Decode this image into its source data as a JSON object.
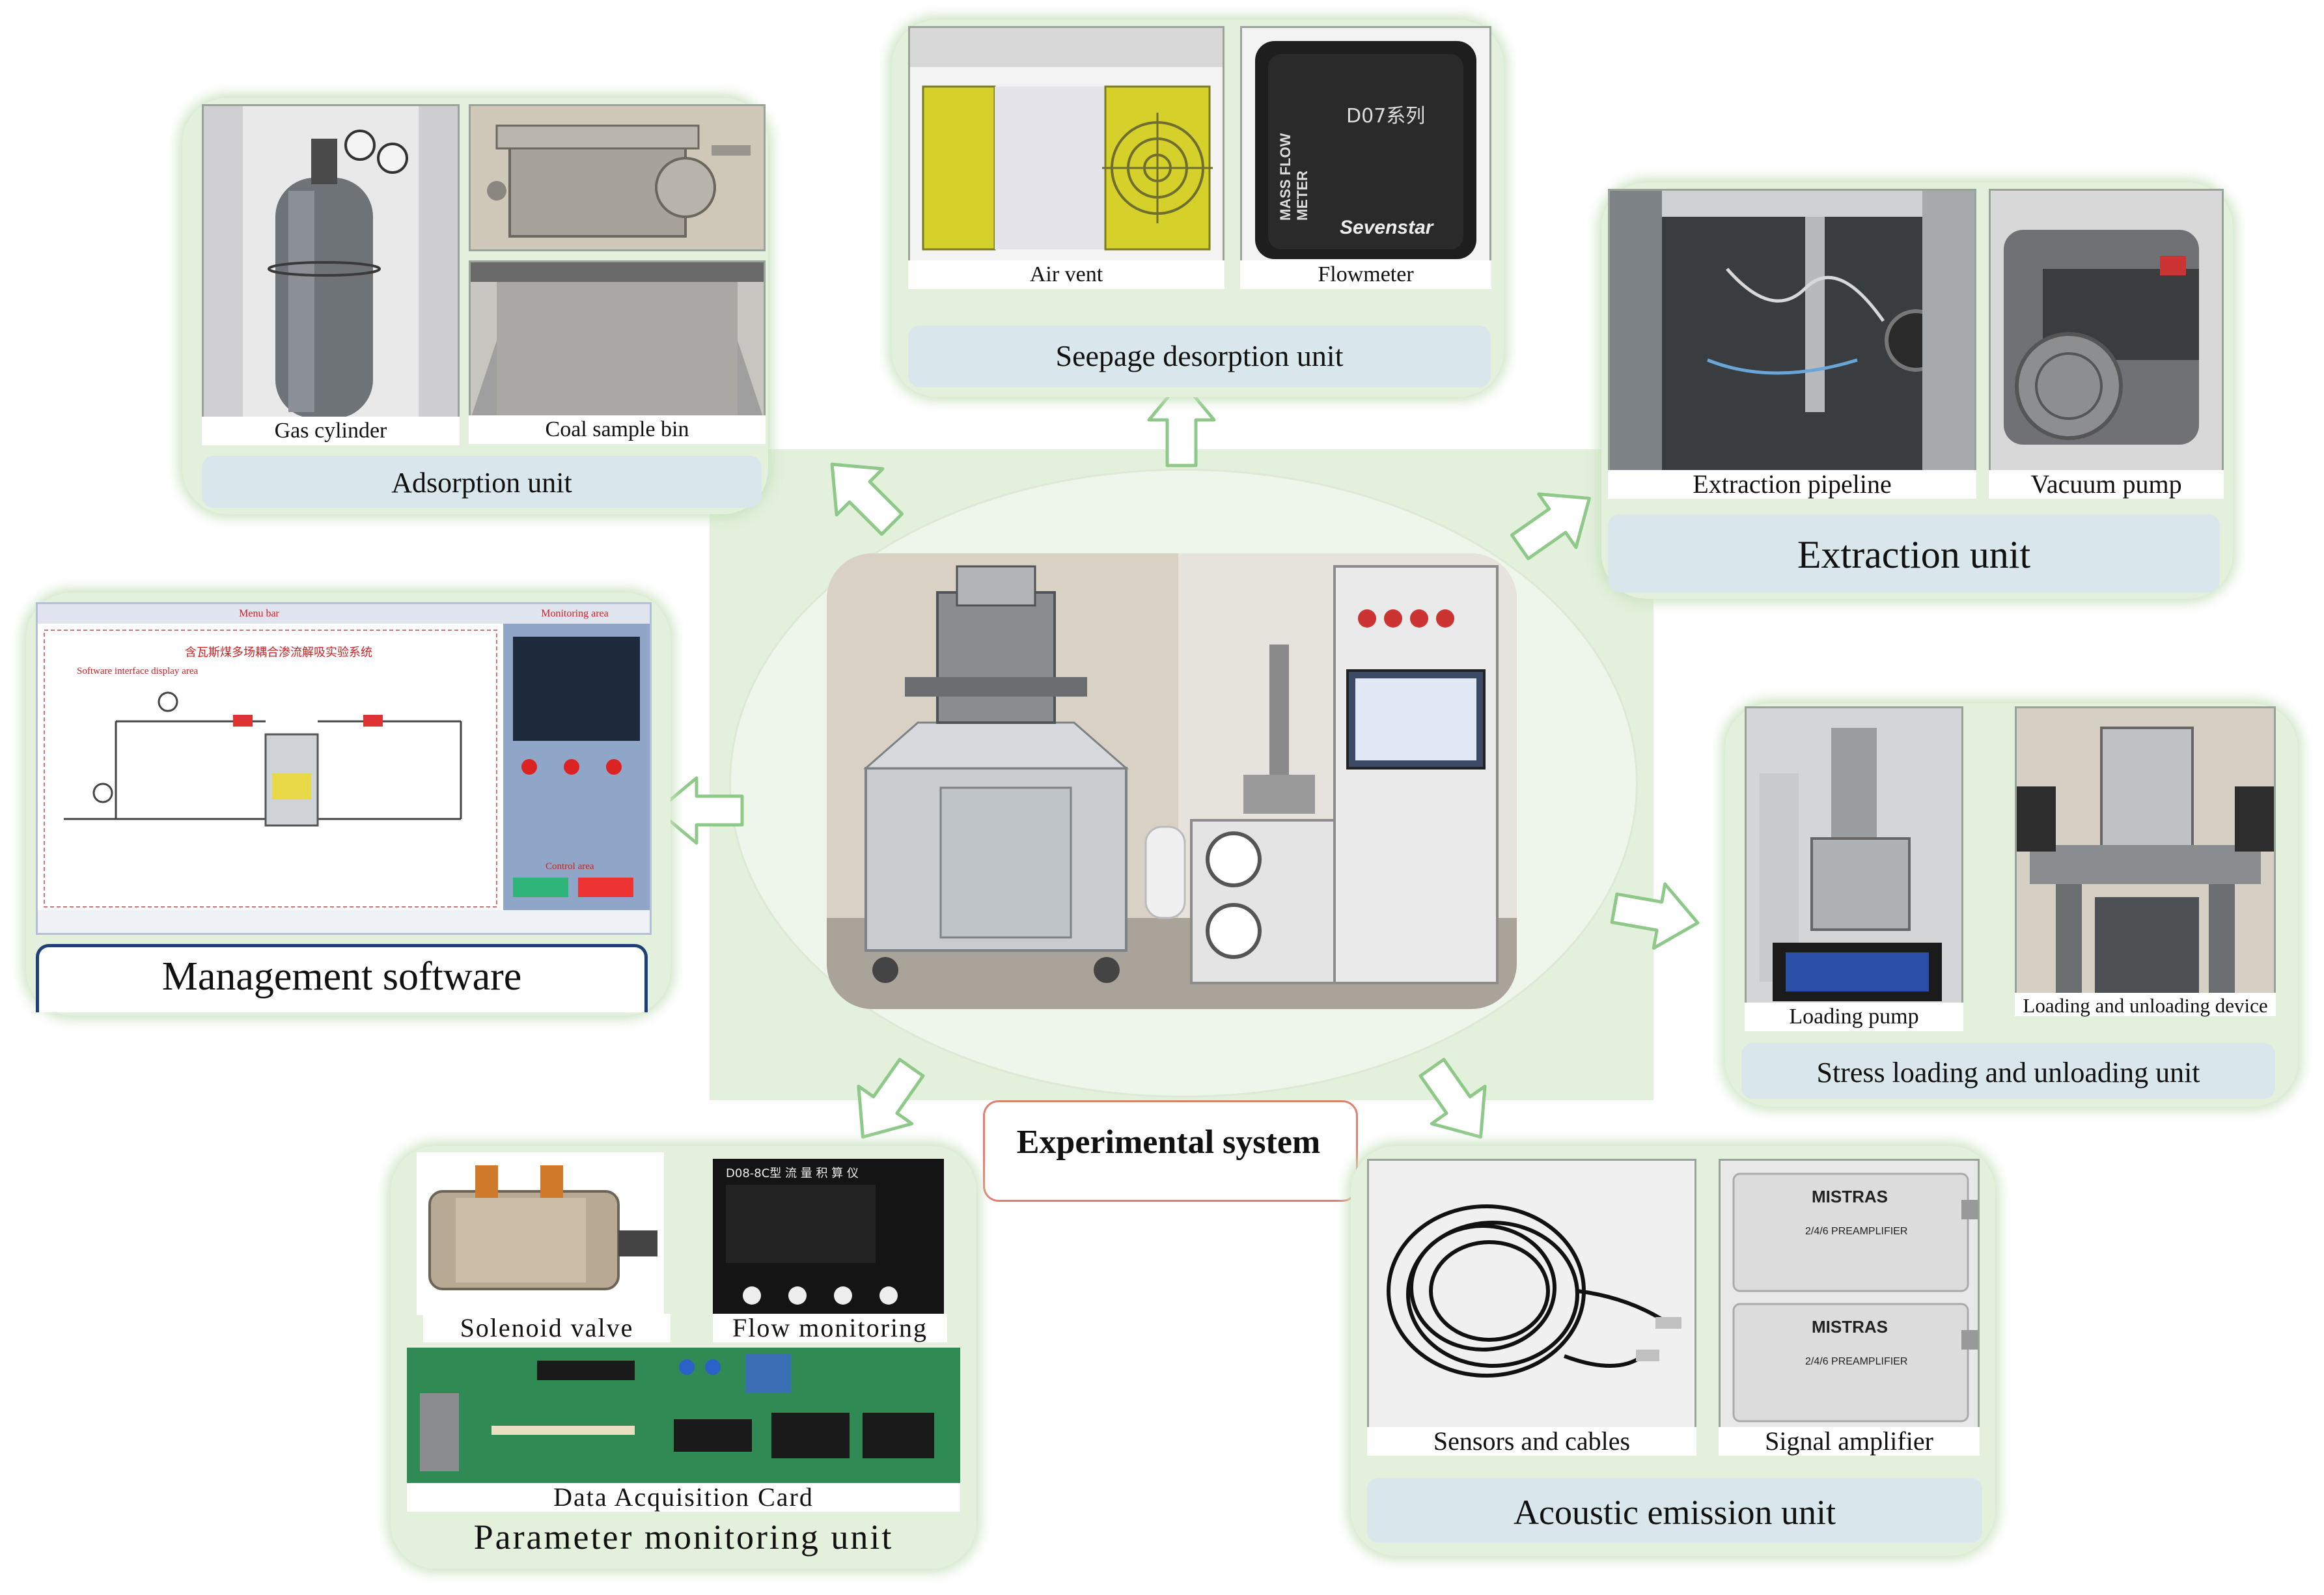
{
  "center": {
    "title": "Experimental system"
  },
  "units": {
    "adsorption": {
      "title": "Adsorption unit",
      "captions": [
        "Gas cylinder",
        "Coal sample bin"
      ]
    },
    "seepage": {
      "title": "Seepage desorption unit",
      "captions": [
        "Air vent",
        "Flowmeter"
      ]
    },
    "extraction": {
      "title": "Extraction unit",
      "captions": [
        "Extraction pipeline",
        "Vacuum pump"
      ]
    },
    "management": {
      "title": "Management software",
      "screen_labels": {
        "menu": "Menu bar",
        "monitoring": "Monitoring area",
        "display": "Software interface display area",
        "control": "Control area"
      },
      "screen_title": "含瓦斯煤多场耦合渗流解吸实验系统"
    },
    "stress": {
      "title": "Stress loading and unloading unit",
      "captions": [
        "Loading pump",
        "Loading and unloading device"
      ]
    },
    "parameter": {
      "title": "Parameter monitoring unit",
      "captions": [
        "Solenoid valve",
        "Flow monitoring",
        "Data Acquisition Card"
      ]
    },
    "acoustic": {
      "title": "Acoustic emission unit",
      "captions": [
        "Sensors and cables",
        "Signal amplifier"
      ]
    }
  },
  "photo_text": {
    "flowmeter_brand": "Sevenstar",
    "flowmeter_side": "MASS FLOW METER",
    "flowmeter_cn": "D07系列",
    "amplifier_brand": "MISTRAS",
    "amplifier_model": "2/4/6 PREAMPLIFIER",
    "flow_monitor_cn": "D08-8C型 流 量 积 算 仪"
  },
  "colors": {
    "panel": "#e3f0dc",
    "caption_box": "#d9e6ec",
    "center_border": "#e08070",
    "arrow": "#8fc98a"
  }
}
